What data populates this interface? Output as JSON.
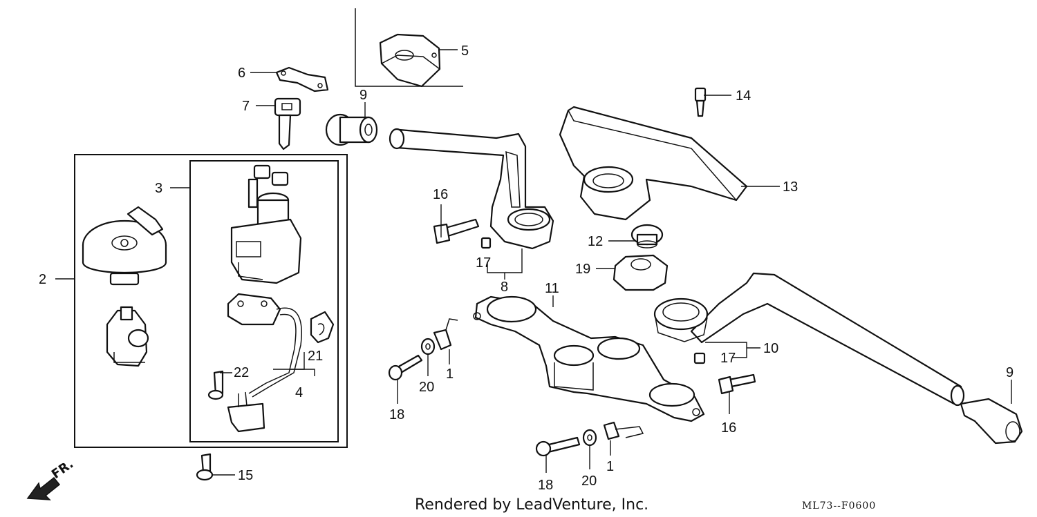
{
  "diagram": {
    "callouts": {
      "c1a": "1",
      "c1b": "1",
      "c2": "2",
      "c3": "3",
      "c4": "4",
      "c5": "5",
      "c6": "6",
      "c7": "7",
      "c8": "8",
      "c9a": "9",
      "c9b": "9",
      "c10": "10",
      "c11": "11",
      "c12": "12",
      "c13": "13",
      "c14": "14",
      "c15": "15",
      "c16a": "16",
      "c16b": "16",
      "c17a": "17",
      "c17b": "17",
      "c18a": "18",
      "c18b": "18",
      "c19": "19",
      "c20a": "20",
      "c20b": "20",
      "c21": "21",
      "c22": "22"
    },
    "direction_label": "FR.",
    "footer_text": "Rendered by LeadVenture, Inc.",
    "diagram_code": "ML73--F0600"
  }
}
